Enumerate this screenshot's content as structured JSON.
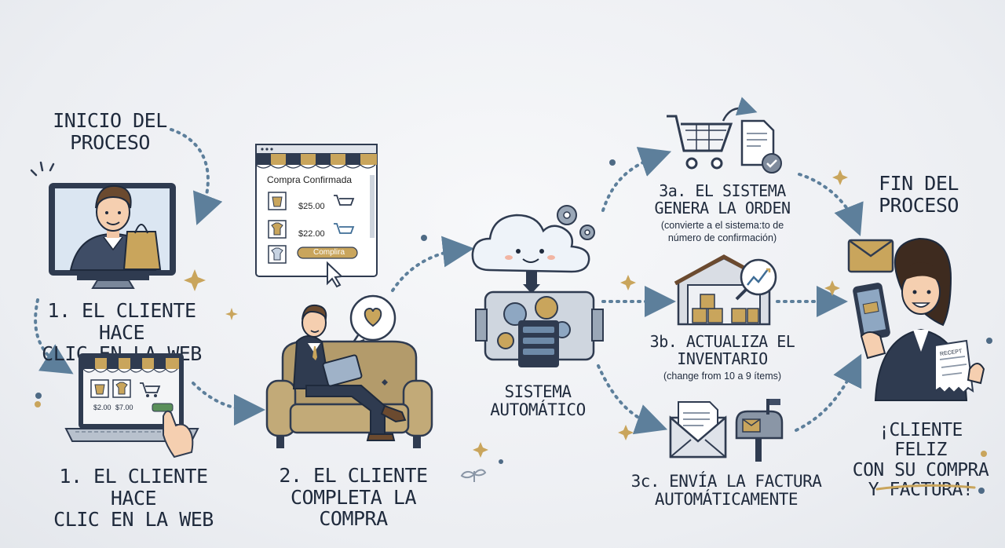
{
  "start": {
    "title_line1": "INICIO DEL",
    "title_line2": "PROCESO"
  },
  "end": {
    "title_line1": "FIN DEL",
    "title_line2": "PROCESO"
  },
  "step1_top": {
    "line1": "1. EL CLIENTE HACE",
    "line2": "CLIC EN LA WEB"
  },
  "step1_bottom": {
    "line1": "1. EL CLIENTE HACE",
    "line2": "CLIC EN LA WEB"
  },
  "step2": {
    "line1": "2. EL CLIENTE",
    "line2": "COMPLETA LA COMPRA"
  },
  "system": {
    "line1": "SISTEMA",
    "line2": "AUTOMÁTICO"
  },
  "step3a": {
    "line1": "3a. EL SISTEMA",
    "line2": "GENERA LA ORDEN",
    "note1": "(convierte a el sistema:to de",
    "note2": "número de confirmación)"
  },
  "step3b": {
    "line1": "3b. ACTUALIZA EL",
    "line2": "INVENTARIO",
    "note": "(change from 10 a 9 ítems)"
  },
  "step3c": {
    "line1": "3c. ENVÍA LA FACTURA",
    "line2": "AUTOMÁTICAMENTE"
  },
  "happy": {
    "line1": "¡CLIENTE FELIZ",
    "line2": "CON SU COMPRA",
    "line3": "Y FACTURA!"
  },
  "purchase_popup": {
    "title": "Compra Confirmada",
    "price1": "$25.00",
    "price2": "$22.00",
    "button": "Complira"
  },
  "laptop_shop": {
    "price1": "$2.00",
    "price2": "$7.00"
  },
  "receipt": {
    "label": "RECEPT"
  },
  "colors": {
    "ink": "#1f2a3c",
    "arrow": "#5d7f9b",
    "gold": "#c9a55c",
    "dark": "#2f3b50"
  }
}
